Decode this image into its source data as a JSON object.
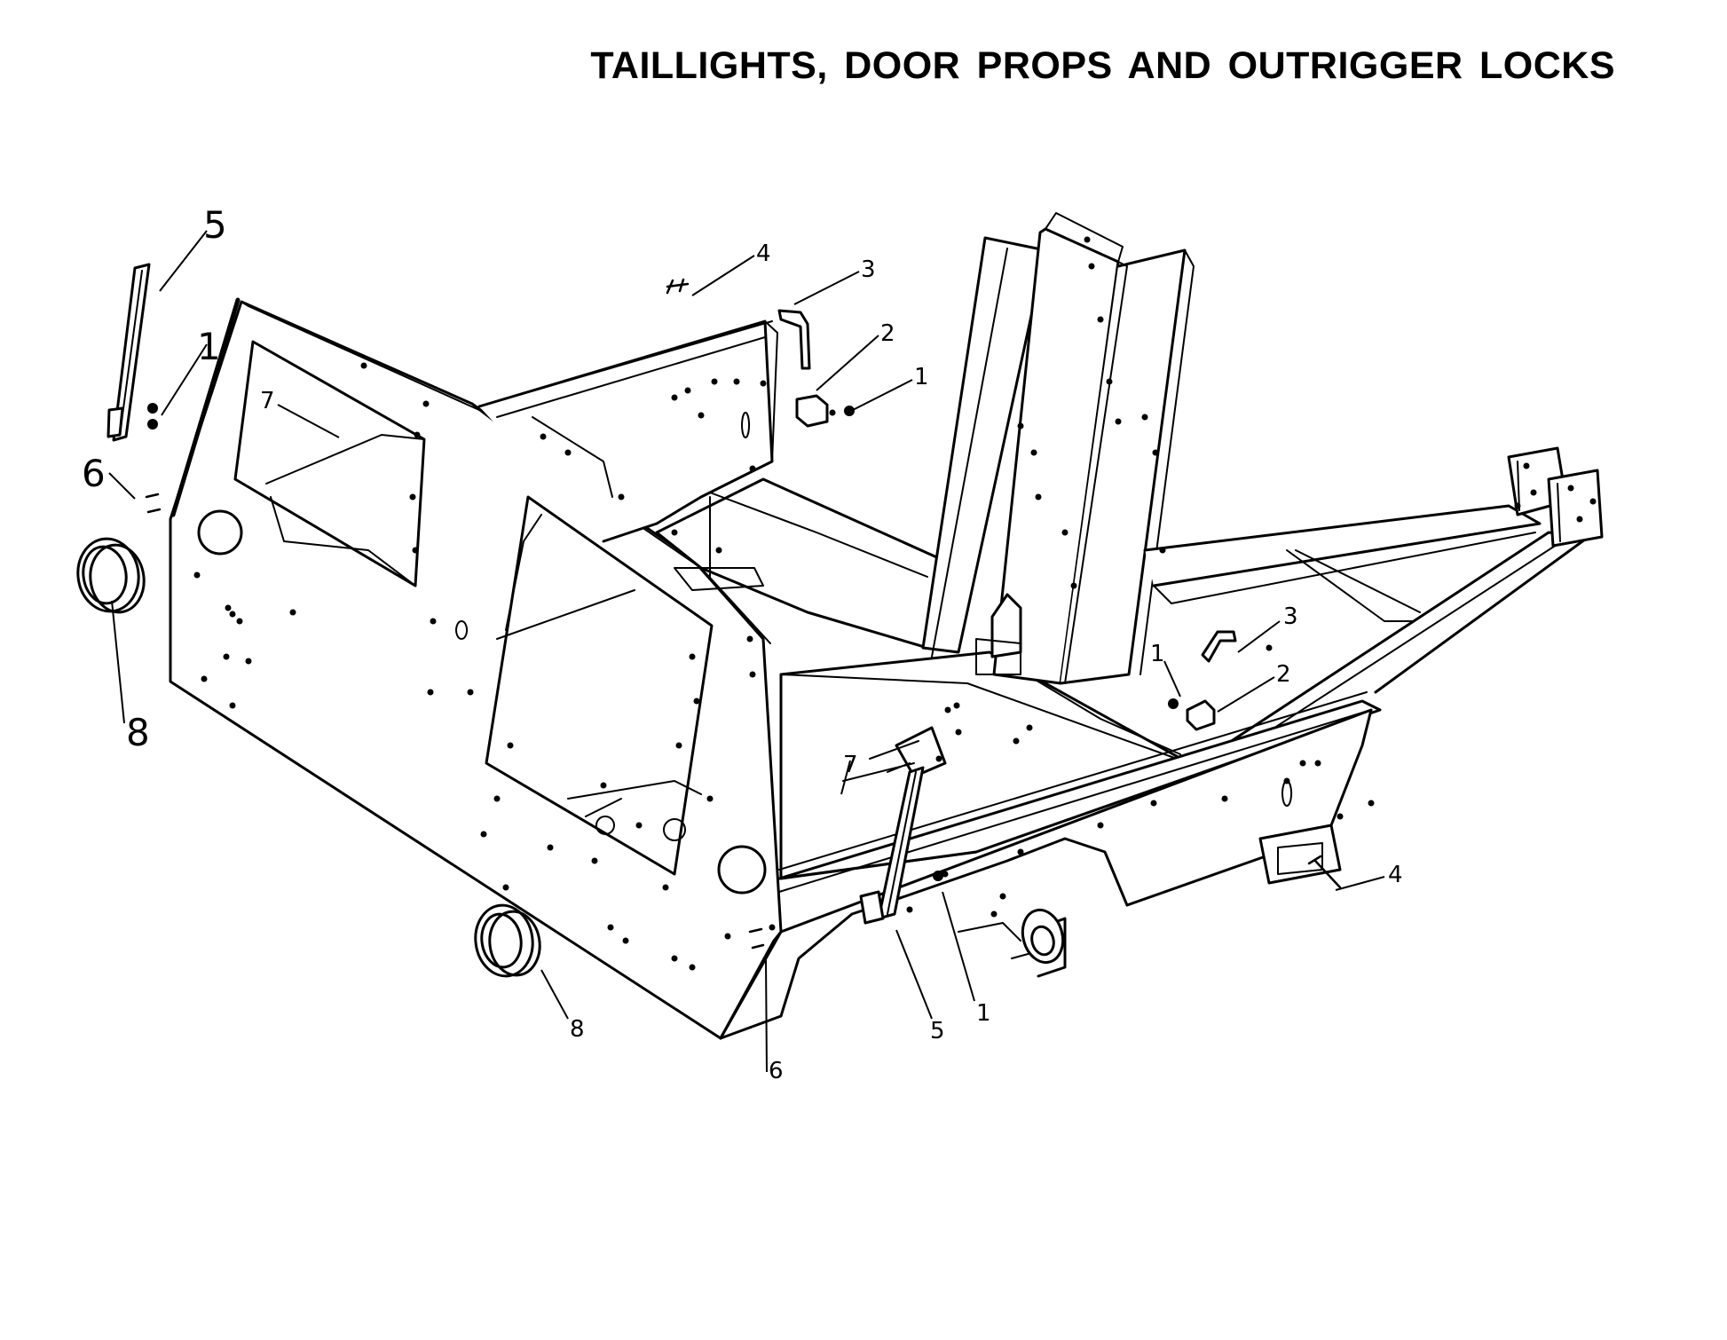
{
  "page": {
    "title": "TAILLIGHTS, DOOR PROPS AND OUTRIGGER LOCKS"
  },
  "colors": {
    "ink": "#000000",
    "paper": "#ffffff"
  },
  "callouts": {
    "left_taillight_bracket": "5",
    "left_bracket_nut": "1",
    "left_bracket_bolt": "6",
    "left_taillight_lens": "8",
    "left_door_prop": "7",
    "top_bolt": "4",
    "top_lock_pin": "3",
    "top_lock_block": "2",
    "top_lock_nut": "1",
    "right_lock_nut": "1",
    "right_lock_pin": "3",
    "right_lock_block": "2",
    "right_door_prop": "7",
    "right_bolt": "4",
    "lower_taillight_lens": "8",
    "lower_bracket_bolt": "6",
    "lower_taillight_bracket": "5",
    "lower_bracket_nut": "1"
  }
}
